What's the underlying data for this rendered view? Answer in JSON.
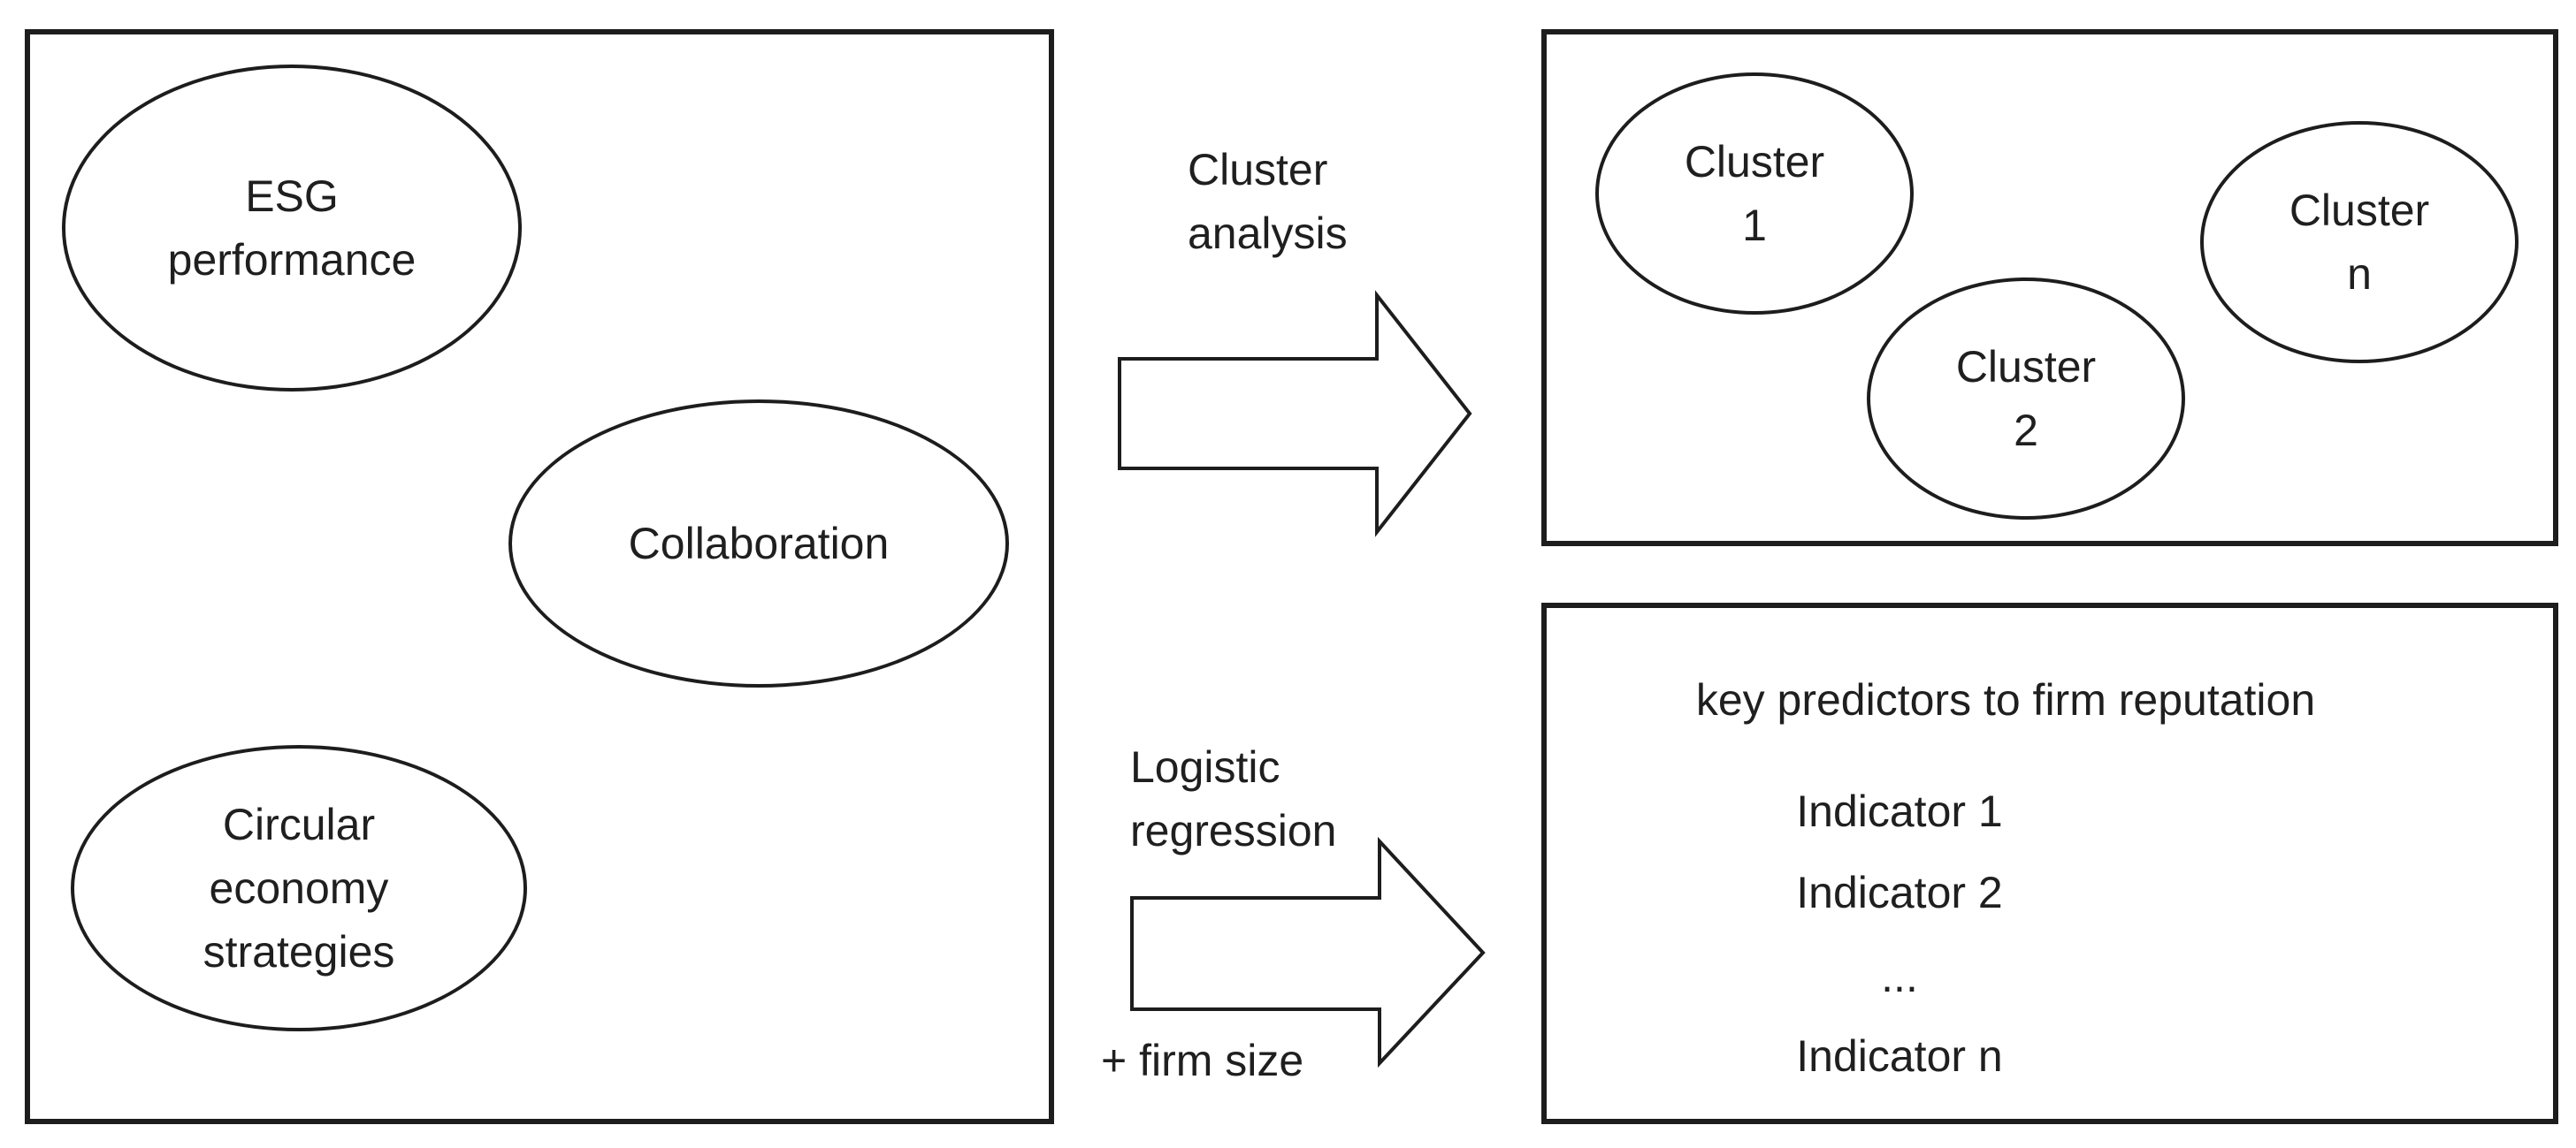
{
  "colors": {
    "background": "#ffffff",
    "stroke": "#1d1d1d",
    "text": "#1f1f1f"
  },
  "left_panel": {
    "ellipses": [
      {
        "label": "ESG\nperformance"
      },
      {
        "label": "Collaboration"
      },
      {
        "label": "Circular\neconomy\nstrategies"
      }
    ]
  },
  "transforms": {
    "cluster_arrow_label": "Cluster\nanalysis",
    "regression_arrow_label": "Logistic\nregression",
    "regression_arrow_sublabel": "+ firm size"
  },
  "cluster_panel": {
    "ellipses": [
      {
        "label": "Cluster\n1"
      },
      {
        "label": "Cluster\n2"
      },
      {
        "label": "Cluster\nn"
      }
    ]
  },
  "predictors_panel": {
    "title": "key predictors to firm reputation",
    "items": [
      "Indicator 1",
      "Indicator 2",
      "...",
      "Indicator n"
    ]
  }
}
